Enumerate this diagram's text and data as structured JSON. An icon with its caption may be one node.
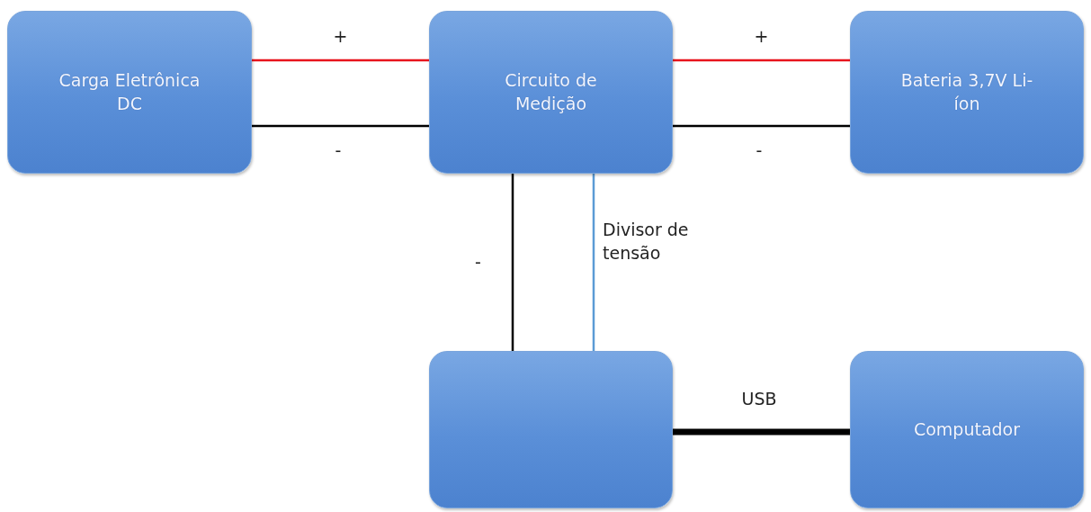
{
  "diagram": {
    "nodes": [
      {
        "text": [
          "Carga Eletrônica DC"
        ]
      },
      {
        "text": [
          "Circuito de Medição"
        ]
      },
      {
        "text": [
          "Bateria 3,7V Li-íon"
        ]
      },
      {
        "text": [],
        "shape": "box"
      },
      {
        "text": [
          "Computador"
        ]
      }
    ],
    "edges": [
      {
        "from": 0,
        "to": 1,
        "arrow": "none",
        "label": "+",
        "color": "#e8141c"
      },
      {
        "from": 0,
        "to": 1,
        "arrow": "none",
        "label": "-"
      },
      {
        "from": 1,
        "to": 2,
        "arrow": "none",
        "label": "+",
        "color": "#e8141c"
      },
      {
        "from": 1,
        "to": 2,
        "arrow": "none",
        "label": "-"
      },
      {
        "from": 1,
        "to": 3,
        "arrow": "none",
        "label": "-"
      },
      {
        "from": 1,
        "to": 3,
        "arrow": "none",
        "label": "Divisor de tensão",
        "color": "#5b9bd5"
      },
      {
        "from": 3,
        "to": 4,
        "arrow": "none",
        "label": "USB",
        "style": "thick"
      }
    ]
  }
}
